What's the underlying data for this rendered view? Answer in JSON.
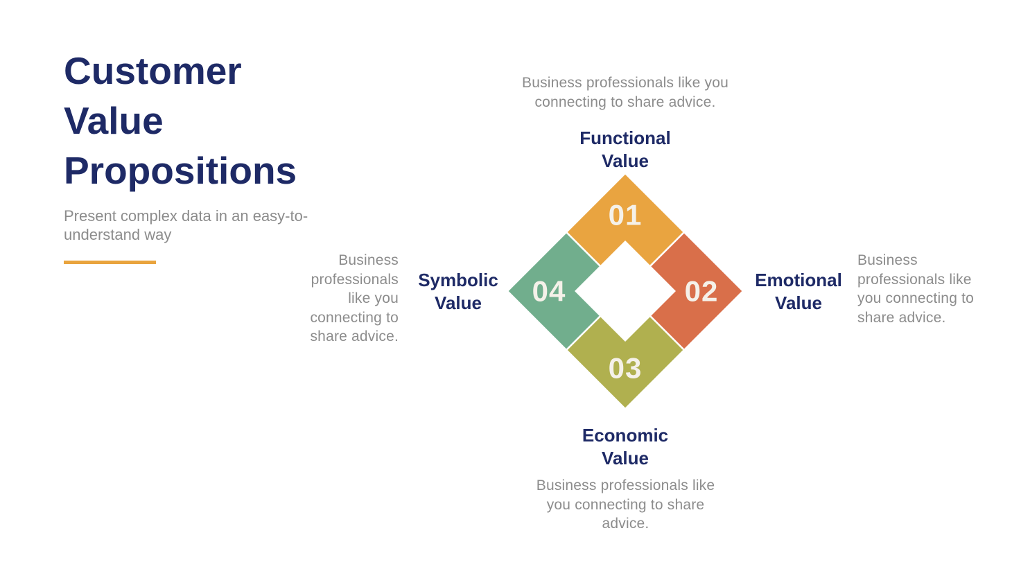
{
  "header": {
    "title": "Customer Value Propositions",
    "subtitle": "Present complex data in an easy-to-understand way"
  },
  "colors": {
    "title_navy": "#1E2A66",
    "body_gray": "#8C8C8C",
    "accent_orange": "#E9A43E",
    "diamond_center": "#FFFFFF",
    "number_text": "#F5F1E9"
  },
  "diagram": {
    "type": "diamond-quadrant",
    "quadrants": [
      {
        "position": "top",
        "number": "01",
        "label": "Functional Value",
        "description": "Business professionals like you connecting to share advice.",
        "color": "#E9A440"
      },
      {
        "position": "right",
        "number": "02",
        "label": "Emotional Value",
        "description": "Business professionals like you connecting to share advice.",
        "color": "#D96F4A"
      },
      {
        "position": "bottom",
        "number": "03",
        "label": "Economic Value",
        "description": "Business professionals like you connecting to share advice.",
        "color": "#B0B04F"
      },
      {
        "position": "left",
        "number": "04",
        "label": "Symbolic Value",
        "description": "Business professionals like you connecting to share advice.",
        "color": "#71AE8D"
      }
    ]
  }
}
